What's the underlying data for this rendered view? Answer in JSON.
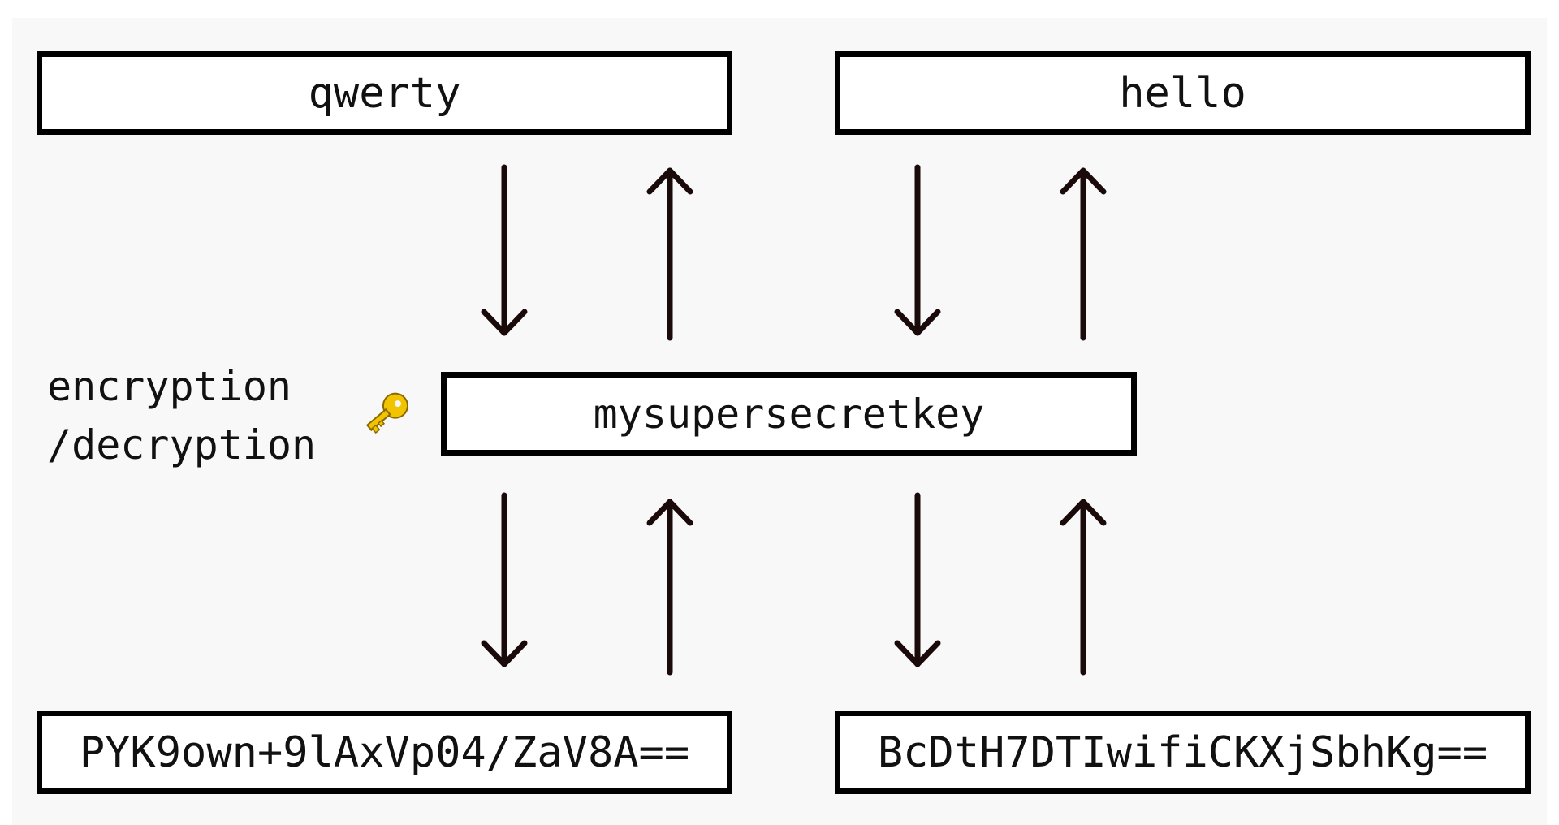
{
  "plaintext_left": "qwerty",
  "plaintext_right": "hello",
  "key": "mysupersecretkey",
  "key_label_line1": "encryption",
  "key_label_line2": "/decryption",
  "ciphertext_left": "PYK9own+9lAxVp04/ZaV8A==",
  "ciphertext_right": "BcDtH7DTIwifiCKXjSbhKg==",
  "colors": {
    "arrow": "#1a0a0a",
    "arrow_edge": "#7a1010",
    "key_icon": "#f2c400"
  },
  "icons": {
    "key": "key-icon"
  }
}
